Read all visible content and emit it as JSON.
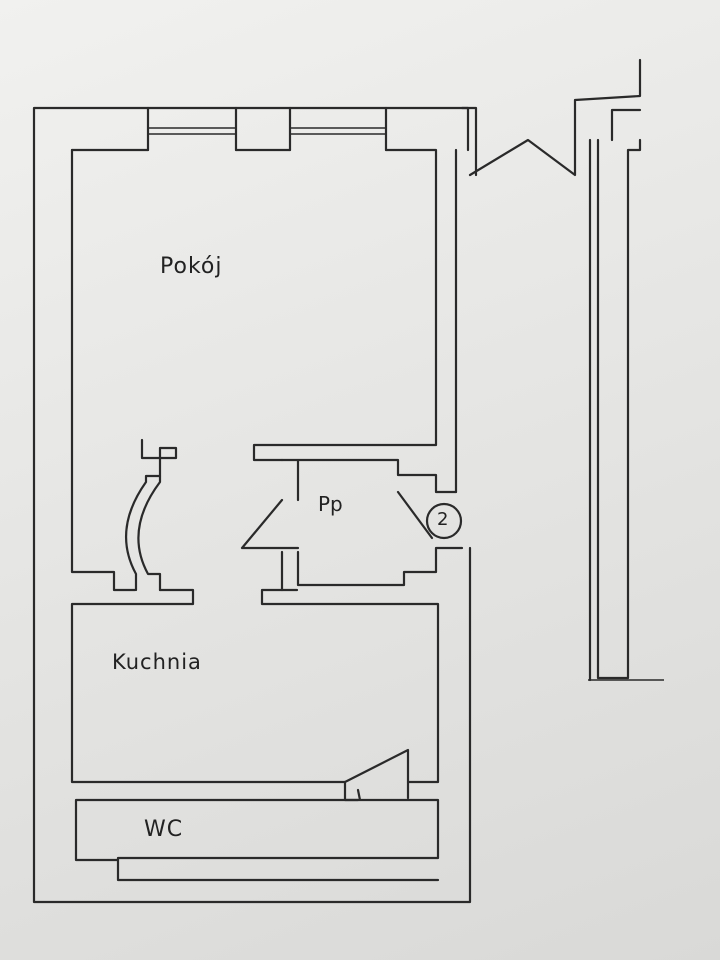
{
  "rooms": {
    "pokoj": "Pokój",
    "kuchnia": "Kuchnia",
    "wc": "WC",
    "przedpokoj": "Pp"
  },
  "markers": {
    "circle_number": "2"
  }
}
